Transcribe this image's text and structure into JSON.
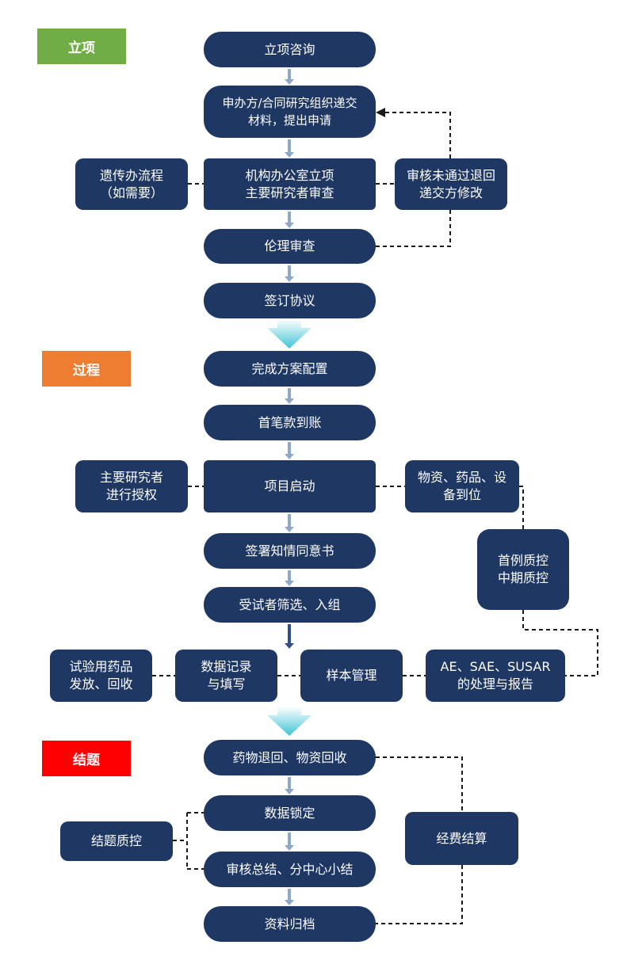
{
  "phases": {
    "setup": {
      "label": "立项",
      "color": "#70ad47"
    },
    "process": {
      "label": "过程",
      "color": "#ed7d31"
    },
    "closing": {
      "label": "结题",
      "color": "#ff0000"
    }
  },
  "colors": {
    "node": "#1f3763",
    "connector": "#1a1a1a",
    "arrow": "#8ea9c8",
    "big_arrow": "#41c4d6"
  },
  "setup": {
    "consult": "立项咨询",
    "submit": "申办方/合同研究组织递交\n材料，提出申请",
    "institution_review": "机构办公室立项\n主要研究者审查",
    "genetic_office": "遗传办流程\n（如需要）",
    "rejected": "审核未通过退回\n递交方修改",
    "ethics": "伦理审查",
    "agreement": "签订协议"
  },
  "process": {
    "plan_config": "完成方案配置",
    "first_payment": "首笔款到账",
    "pi_authorize": "主要研究者\n进行授权",
    "kickoff": "项目启动",
    "supplies": "物资、药品、设\n备到位",
    "quality_control": "首例质控\n中期质控",
    "consent": "签署知情同意书",
    "screening": "受试者筛选、入组",
    "drug_dispense": "试验用药品\n发放、回收",
    "data_record": "数据记录\n与填写",
    "sample_mgmt": "样本管理",
    "ae_report": "AE、SAE、SUSAR\n的处理与报告"
  },
  "closing": {
    "drug_return": "药物退回、物资回收",
    "data_lock": "数据锁定",
    "closing_qc": "结题质控",
    "summary": "审核总结、分中心小结",
    "funding_settlement": "经费结算",
    "archive": "资料归档"
  }
}
